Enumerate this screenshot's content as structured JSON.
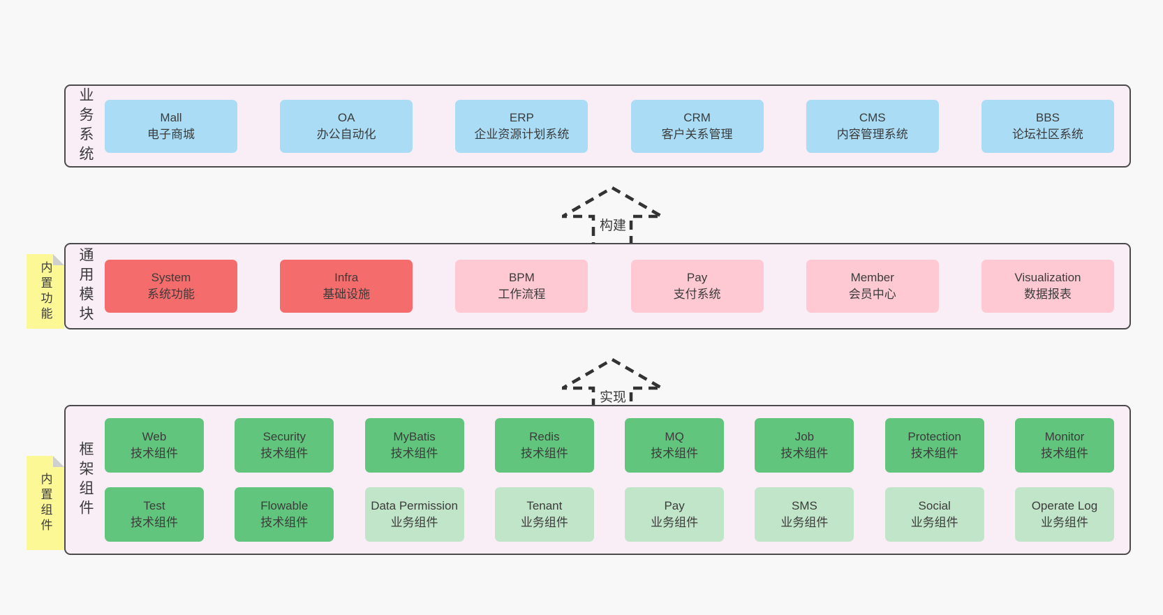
{
  "colors": {
    "page": "#f8f8f8",
    "panel": "#f9edf6",
    "panel_border": "#4b4b4b",
    "blue": "#aadcf5",
    "red": "#f56c6c",
    "pink": "#fec9d3",
    "green": "#62c57d",
    "lightgreen": "#c1e5c8",
    "sticky": "#fcf896",
    "fold": "#cfcfcf",
    "text": "#3b3b3b",
    "arrow": "#333333"
  },
  "arrows": [
    {
      "label": "构建"
    },
    {
      "label": "实现"
    }
  ],
  "sections": [
    {
      "label": "业务系统",
      "sticky": null,
      "rows": [
        [
          {
            "name": "Mall",
            "desc": "电子商城",
            "type": "blue"
          },
          {
            "name": "OA",
            "desc": "办公自动化",
            "type": "blue"
          },
          {
            "name": "ERP",
            "desc": "企业资源计划系统",
            "type": "blue"
          },
          {
            "name": "CRM",
            "desc": "客户关系管理",
            "type": "blue"
          },
          {
            "name": "CMS",
            "desc": "内容管理系统",
            "type": "blue"
          },
          {
            "name": "BBS",
            "desc": "论坛社区系统",
            "type": "blue"
          }
        ]
      ]
    },
    {
      "label": "通用模块",
      "sticky": "内置功能",
      "rows": [
        [
          {
            "name": "System",
            "desc": "系统功能",
            "type": "red"
          },
          {
            "name": "Infra",
            "desc": "基础设施",
            "type": "red"
          },
          {
            "name": "BPM",
            "desc": "工作流程",
            "type": "pink"
          },
          {
            "name": "Pay",
            "desc": "支付系统",
            "type": "pink"
          },
          {
            "name": "Member",
            "desc": "会员中心",
            "type": "pink"
          },
          {
            "name": "Visualization",
            "desc": "数据报表",
            "type": "pink"
          }
        ]
      ]
    },
    {
      "label": "框架组件",
      "sticky": "内置组件",
      "rows": [
        [
          {
            "name": "Web",
            "desc": "技术组件",
            "type": "green"
          },
          {
            "name": "Security",
            "desc": "技术组件",
            "type": "green"
          },
          {
            "name": "MyBatis",
            "desc": "技术组件",
            "type": "green"
          },
          {
            "name": "Redis",
            "desc": "技术组件",
            "type": "green"
          },
          {
            "name": "MQ",
            "desc": "技术组件",
            "type": "green"
          },
          {
            "name": "Job",
            "desc": "技术组件",
            "type": "green"
          },
          {
            "name": "Protection",
            "desc": "技术组件",
            "type": "green"
          },
          {
            "name": "Monitor",
            "desc": "技术组件",
            "type": "green"
          }
        ],
        [
          {
            "name": "Test",
            "desc": "技术组件",
            "type": "green"
          },
          {
            "name": "Flowable",
            "desc": "技术组件",
            "type": "green"
          },
          {
            "name": "Data Permission",
            "desc": "业务组件",
            "type": "lightgreen"
          },
          {
            "name": "Tenant",
            "desc": "业务组件",
            "type": "lightgreen"
          },
          {
            "name": "Pay",
            "desc": "业务组件",
            "type": "lightgreen"
          },
          {
            "name": "SMS",
            "desc": "业务组件",
            "type": "lightgreen"
          },
          {
            "name": "Social",
            "desc": "业务组件",
            "type": "lightgreen"
          },
          {
            "name": "Operate Log",
            "desc": "业务组件",
            "type": "lightgreen"
          }
        ]
      ]
    }
  ]
}
